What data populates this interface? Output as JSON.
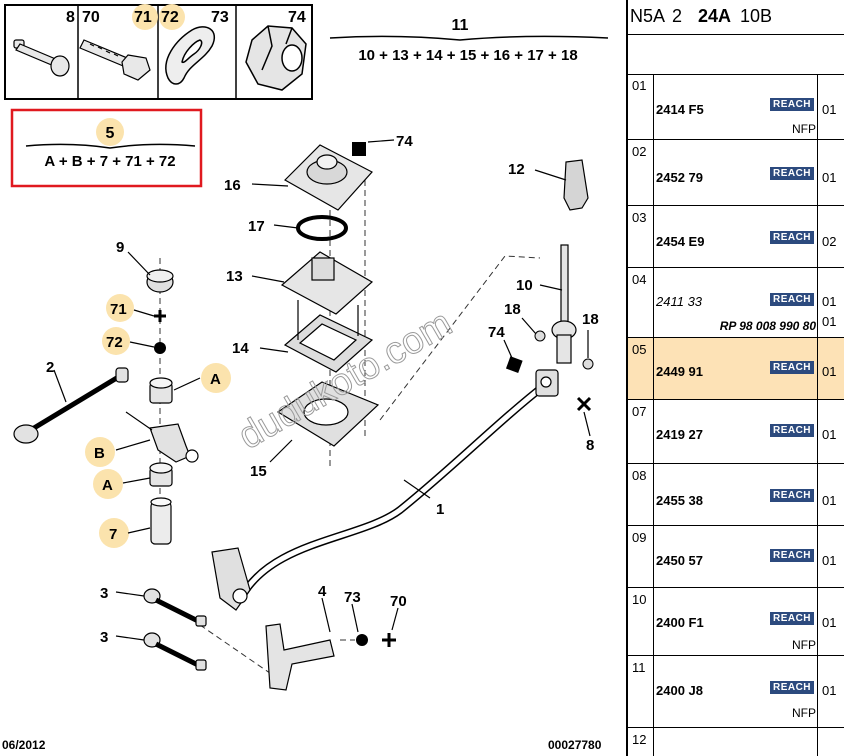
{
  "header": {
    "part1": "N5A",
    "part2": "2",
    "part3": "24A",
    "part4": "10B"
  },
  "rows": [
    {
      "index": "01",
      "ref": "2414 F5",
      "badge": "REACH",
      "qty": "01",
      "note": "NFP"
    },
    {
      "index": "02",
      "ref": "2452 79",
      "badge": "REACH",
      "qty": "01",
      "note": ""
    },
    {
      "index": "03",
      "ref": "2454 E9",
      "badge": "REACH",
      "qty": "02",
      "note": ""
    },
    {
      "index": "04",
      "ref": "2411 33",
      "badge": "REACH",
      "qty": "01",
      "qty2": "01",
      "note": "RP 98 008 990 80"
    },
    {
      "index": "05",
      "ref": "2449 91",
      "badge": "REACH",
      "qty": "01",
      "note": ""
    },
    {
      "index": "07",
      "ref": "2419 27",
      "badge": "REACH",
      "qty": "01",
      "note": ""
    },
    {
      "index": "08",
      "ref": "2455 38",
      "badge": "REACH",
      "qty": "01",
      "note": ""
    },
    {
      "index": "09",
      "ref": "2450 57",
      "badge": "REACH",
      "qty": "01",
      "note": ""
    },
    {
      "index": "10",
      "ref": "2400 F1",
      "badge": "REACH",
      "qty": "01",
      "note": "NFP"
    },
    {
      "index": "11",
      "ref": "2400 J8",
      "badge": "REACH",
      "qty": "01",
      "note": "NFP"
    },
    {
      "index": "12",
      "ref": "",
      "badge": "",
      "qty": "",
      "note": ""
    }
  ],
  "diagram": {
    "kit_numbers": [
      "8",
      "70",
      "71",
      "72",
      "73",
      "74"
    ],
    "kit11_number": "11",
    "kit11_formula": "10 + 13 + 14 + 15 + 16 + 17 + 18",
    "kit5_number": "5",
    "kit5_formula": "A + B + 7 + 71 + 72",
    "labels": {
      "l74a": "74",
      "l16": "16",
      "l17": "17",
      "l13": "13",
      "l14": "14",
      "l15": "15",
      "l12": "12",
      "l10": "10",
      "l18a": "18",
      "l18b": "18",
      "l74b": "74",
      "l8": "8",
      "l1": "1",
      "l9": "9",
      "l71": "71",
      "l72": "72",
      "l2": "2",
      "lA1": "A",
      "lB": "B",
      "lA2": "A",
      "l7": "7",
      "l3a": "3",
      "l3b": "3",
      "l4": "4",
      "l73": "73",
      "l70": "70"
    },
    "watermark": "dudukoto.com",
    "footer_date": "06/2012",
    "footer_code": "00027780"
  },
  "colors": {
    "highlight": "#fde2b6",
    "badge": "#2c4a7e",
    "red_frame": "#e0191f",
    "circle": "#fbe3ad"
  }
}
